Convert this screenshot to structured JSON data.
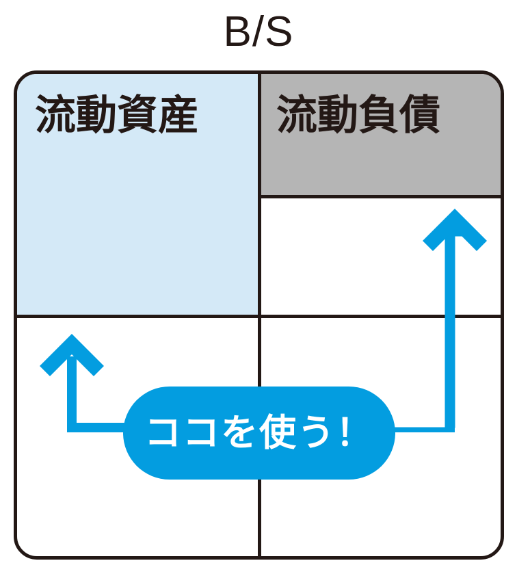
{
  "diagram": {
    "title": "B/S",
    "colors": {
      "accent_blue": "#039de0",
      "assets_fill": "#d4e9f7",
      "liabilities_fill": "#b5b5b5",
      "line": "#231815",
      "bubble_text": "#ffffff"
    },
    "cells": {
      "current_assets": "流動資産",
      "current_liabilities": "流動負債"
    },
    "callout": {
      "text": "ココを使う！"
    },
    "arrows": {
      "left_arrow_name": "arrow-up-left",
      "right_arrow_name": "arrow-up-right"
    }
  }
}
